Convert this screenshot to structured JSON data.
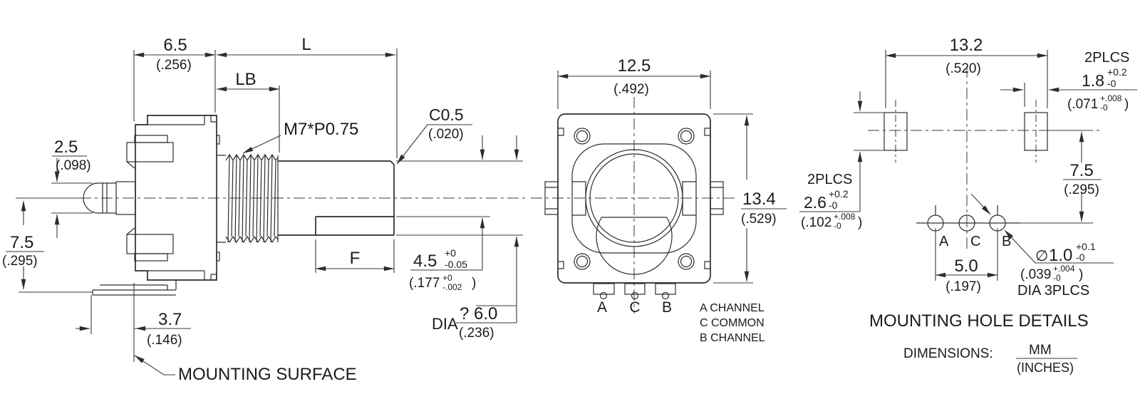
{
  "style_colors": {
    "line": "#2d2d2d",
    "dimension": "#3a3a3a",
    "text": "#1b1b1b",
    "background": "#ffffff"
  },
  "side_view": {
    "dim_depth": {
      "mm": "6.5",
      "in": "(.256)"
    },
    "dim_shaft_length": {
      "label": "L"
    },
    "dim_bushing_length": {
      "label": "LB"
    },
    "thread_spec": "M7*P0.75",
    "dim_pin": {
      "mm": "2.5",
      "in": "(.098)"
    },
    "dim_pin_height": {
      "mm": "7.5",
      "in": "(.295)"
    },
    "chamfer": {
      "mm": "C0.5",
      "in": "(.020)"
    },
    "dim_flat_length": {
      "label": "F"
    },
    "dim_flat": {
      "mm": "4.5",
      "tol_plus": "+0",
      "tol_minus": "-0.05",
      "in_open": "(.177",
      "in_tol_plus": "+0",
      "in_tol_minus": "-.002",
      "in_close": ")"
    },
    "dim_shaft_dia": {
      "prefix": "DIA",
      "mm": "? 6.0",
      "in": "(.236)"
    },
    "dim_bracket": {
      "mm": "3.7",
      "in": "(.146)"
    },
    "mounting_surface_label": "MOUNTING SURFACE"
  },
  "front_view": {
    "dim_width": {
      "mm": "12.5",
      "in": "(.492)"
    },
    "dim_height": {
      "mm": "13.4",
      "in": "(.529)"
    },
    "terminals": [
      "A",
      "C",
      "B"
    ],
    "legend": [
      "A CHANNEL",
      "C COMMON",
      "B CHANNEL"
    ]
  },
  "hole_view": {
    "dim_slot_span": {
      "mm": "13.2",
      "in": "(.520)"
    },
    "slot_width_note": "2PLCS",
    "dim_slot_width": {
      "mm": "1.8",
      "tol_plus": "+0.2",
      "tol_minus": "-0",
      "in_open": "(.071",
      "in_tol_plus": "+.008",
      "in_tol_minus": "-0",
      "in_close": ")"
    },
    "slot_height_note": "2PLCS",
    "dim_slot_height": {
      "mm": "2.6",
      "tol_plus": "+0.2",
      "tol_minus": "-0",
      "in_open": "(.102",
      "in_tol_plus": "+.008",
      "in_tol_minus": "-0",
      "in_close": ")"
    },
    "dim_row_offset": {
      "mm": "7.5",
      "in": "(.295)"
    },
    "holes": [
      "A",
      "C",
      "B"
    ],
    "dim_hole_span": {
      "mm": "5.0",
      "in": "(.197)"
    },
    "dim_hole_dia": {
      "symbol": "∅",
      "mm": "1.0",
      "tol_plus": "+0.1",
      "tol_minus": "-0",
      "in_open": "(.039",
      "in_tol_plus": "+.004",
      "in_tol_minus": "-0",
      "in_close": ")",
      "note": "DIA 3PLCS"
    },
    "title": "MOUNTING HOLE DETAILS",
    "dimensions_label": "DIMENSIONS:",
    "units_mm": "MM",
    "units_inches": "(INCHES)"
  }
}
